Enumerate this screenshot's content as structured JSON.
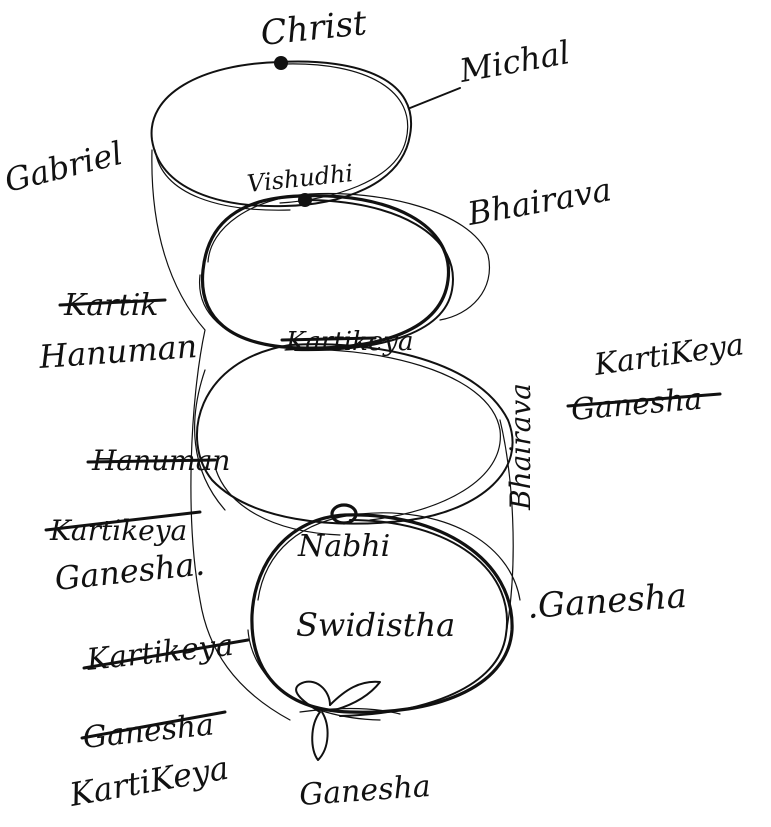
{
  "labels": {
    "christ": "Christ",
    "michal": "Michal",
    "gabriel": "Gabriel",
    "vishudhi": "Vishudhi",
    "bhairava_top": "Bhairava",
    "kartik_struck": "Kartik",
    "hanuman": "Hanuman",
    "kartikeya_mid": "Kartikeya",
    "bhairava_side": "Bhairava",
    "kartikeya_right": "KartiKeya",
    "ganesha_right_struck": "Ganesha",
    "hanuman_struck": "Hanuman",
    "kartikeya_left_struck": "Kartikeya",
    "ganesha_left": "Ganesha.",
    "nabhi": "Nabhi",
    "swidistha": "Swidistha",
    "ganesha_mid_right": ".Ganesha",
    "kartikeya_low_struck": "Kartikeya",
    "ganesha_low_struck": "Ganesha",
    "kartikeya_bottom": "KartiKeya",
    "ganesha_bottom": "Ganesha"
  }
}
